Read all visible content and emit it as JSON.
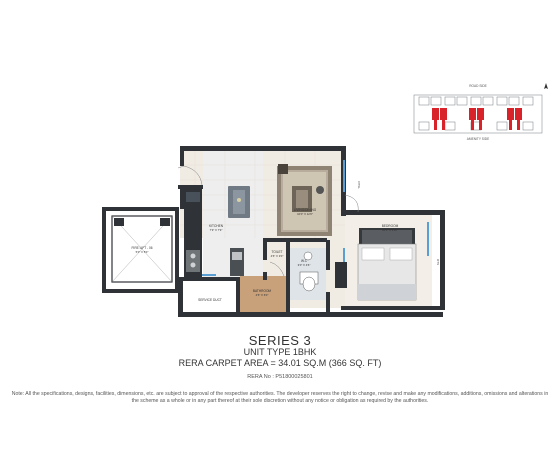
{
  "key_plan": {
    "road_side": "ROAD SIDE",
    "amenity_side": "AMENITY SIDE"
  },
  "rooms": {
    "living": {
      "name": "LIVING/DINING",
      "dim": "10'0\" X 12'0\""
    },
    "kitchen": {
      "name": "KITCHEN",
      "dim": "7'9\" X 7'9\""
    },
    "bedroom": {
      "name": "BEDROOM",
      "dim": "10'0\" X 9'10\""
    },
    "fire_lift": {
      "name": "FIRE LIFT - 06",
      "dim": "5'0\" X 5'0\""
    },
    "bathroom": {
      "name": "BATHROOM",
      "dim": "4'6\" X 6'0\""
    },
    "wc": {
      "name": "W.C",
      "dim": "3'0\" X 4'6\""
    },
    "toilet": {
      "name": "TOILET",
      "dim": "4'6\" X 3'0\""
    },
    "service": {
      "name": "SERVICE DUCT"
    }
  },
  "side_labels": {
    "otsl": "OTSL",
    "otsb": "OTS"
  },
  "caption": {
    "title": "SERIES 3",
    "unit_type": "UNIT TYPE 1BHK",
    "carpet_area": "RERA CARPET AREA = 34.01 SQ.M (366 SQ. FT)",
    "rera_no": "RERA No : P51800025801"
  },
  "note": "Note: All the specifications, designs, facilities, dimensions, etc. are subject to approval of the respective authorities. The developer reserves the right to change, revise and make any modifications, additions, omissions and alterations in the scheme as a whole or in any part thereof at their sole discretion without any notice or obligation as required by the authorities.",
  "colors": {
    "wall": "#2f3337",
    "floor_beige": "#f1ece3",
    "kitchen_floor": "#eeeeee",
    "wood_floor": "#c8a07a",
    "window": "#5a9fd4",
    "key_red": "#d8232a",
    "rug": "#8f8474"
  }
}
